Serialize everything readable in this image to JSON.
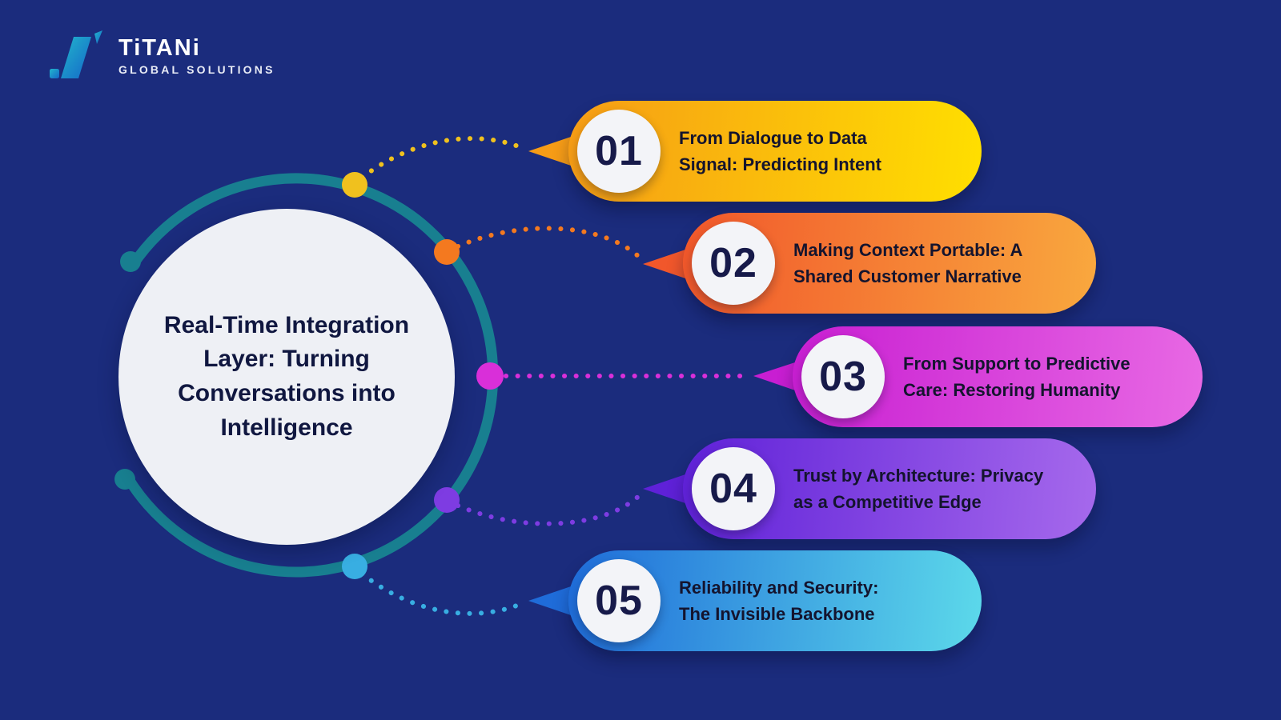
{
  "canvas": {
    "background": "#1b2c7d"
  },
  "logo": {
    "name": "TiTANi",
    "tagline": "GLOBAL SOLUTIONS",
    "mark_gradient_start": "#22b6cc",
    "mark_gradient_end": "#1467c8"
  },
  "center_circle": {
    "title": "Real-Time Integration Layer: Turning Conversations into Intelligence",
    "fill": "#eef0f5",
    "text_color": "#101740"
  },
  "ring": {
    "color": "#187f90"
  },
  "items": [
    {
      "number": "01",
      "label": "From Dialogue to Data\nSignal: Predicting Intent",
      "gradient_start": "#f69c16",
      "gradient_end": "#ffdf00",
      "connector_color": "#f0c11e"
    },
    {
      "number": "02",
      "label": "Making Context Portable: A\nShared Customer Narrative",
      "gradient_start": "#f1572b",
      "gradient_end": "#f9a83e",
      "connector_color": "#f4791f"
    },
    {
      "number": "03",
      "label": "From Support to Predictive\nCare: Restoring Humanity",
      "gradient_start": "#c81ed2",
      "gradient_end": "#e869e4",
      "connector_color": "#d92fd9"
    },
    {
      "number": "04",
      "label": "Trust by Architecture: Privacy\nas a Competitive Edge",
      "gradient_start": "#5f21d8",
      "gradient_end": "#a669ec",
      "connector_color": "#7e3ce2"
    },
    {
      "number": "05",
      "label": "Reliability and Security:\nThe Invisible Backbone",
      "gradient_start": "#1f6cd9",
      "gradient_end": "#5cd9ea",
      "connector_color": "#38aee2"
    }
  ]
}
